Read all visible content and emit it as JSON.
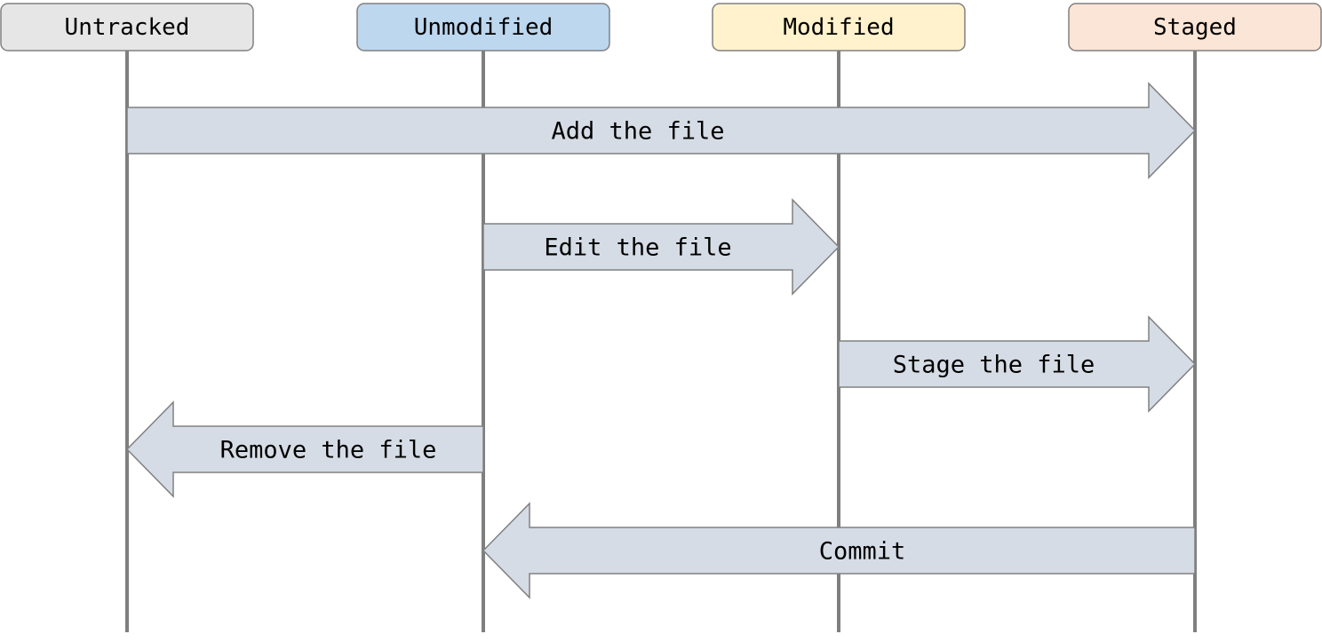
{
  "states": [
    {
      "label": "Untracked",
      "fill": "#e6e6e6"
    },
    {
      "label": "Unmodified",
      "fill": "#bdd7ee"
    },
    {
      "label": "Modified",
      "fill": "#fff2cc"
    },
    {
      "label": "Staged",
      "fill": "#fbe5d6"
    }
  ],
  "transitions": [
    {
      "label": "Add the file",
      "from": 0,
      "to": 3
    },
    {
      "label": "Edit the file",
      "from": 1,
      "to": 2
    },
    {
      "label": "Stage the file",
      "from": 2,
      "to": 3
    },
    {
      "label": "Remove the file",
      "from": 1,
      "to": 0
    },
    {
      "label": "Commit",
      "from": 3,
      "to": 1
    }
  ],
  "colors": {
    "arrow_fill": "#d6dce5",
    "arrow_stroke": "#808080",
    "lifeline": "#7f7f7f",
    "box_stroke": "#808080",
    "text": "#000000"
  }
}
